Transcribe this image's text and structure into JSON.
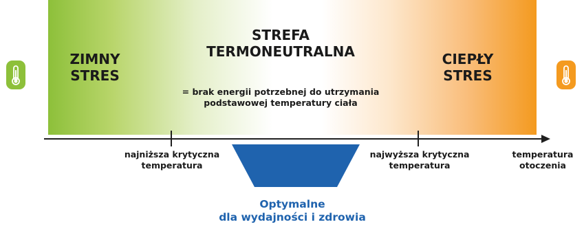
{
  "zones": {
    "cold": {
      "title_line1": "ZIMNY",
      "title_line2": "STRES",
      "color": "#8dc03a",
      "icon": "thermometer-icon"
    },
    "neutral": {
      "title_line1": "STREFA",
      "title_line2": "TERMONEUTRALNA",
      "desc_line1": "= brak energii potrzebnej do utrzymania",
      "desc_line2": "podstawowej temperatury ciała"
    },
    "hot": {
      "title_line1": "CIEPŁY",
      "title_line2": "STRES",
      "color": "#f49a1f",
      "icon": "thermometer-icon"
    }
  },
  "axis": {
    "lower_critical_line1": "najniższa krytyczna",
    "lower_critical_line2": "temperatura",
    "upper_critical_line1": "najwyższa krytyczna",
    "upper_critical_line2": "temperatura",
    "axis_title_line1": "temperatura",
    "axis_title_line2": "otoczenia"
  },
  "optimal": {
    "line1": "Optymalne",
    "line2": "dla wydajności i zdrowia",
    "color": "#1f63ae"
  }
}
